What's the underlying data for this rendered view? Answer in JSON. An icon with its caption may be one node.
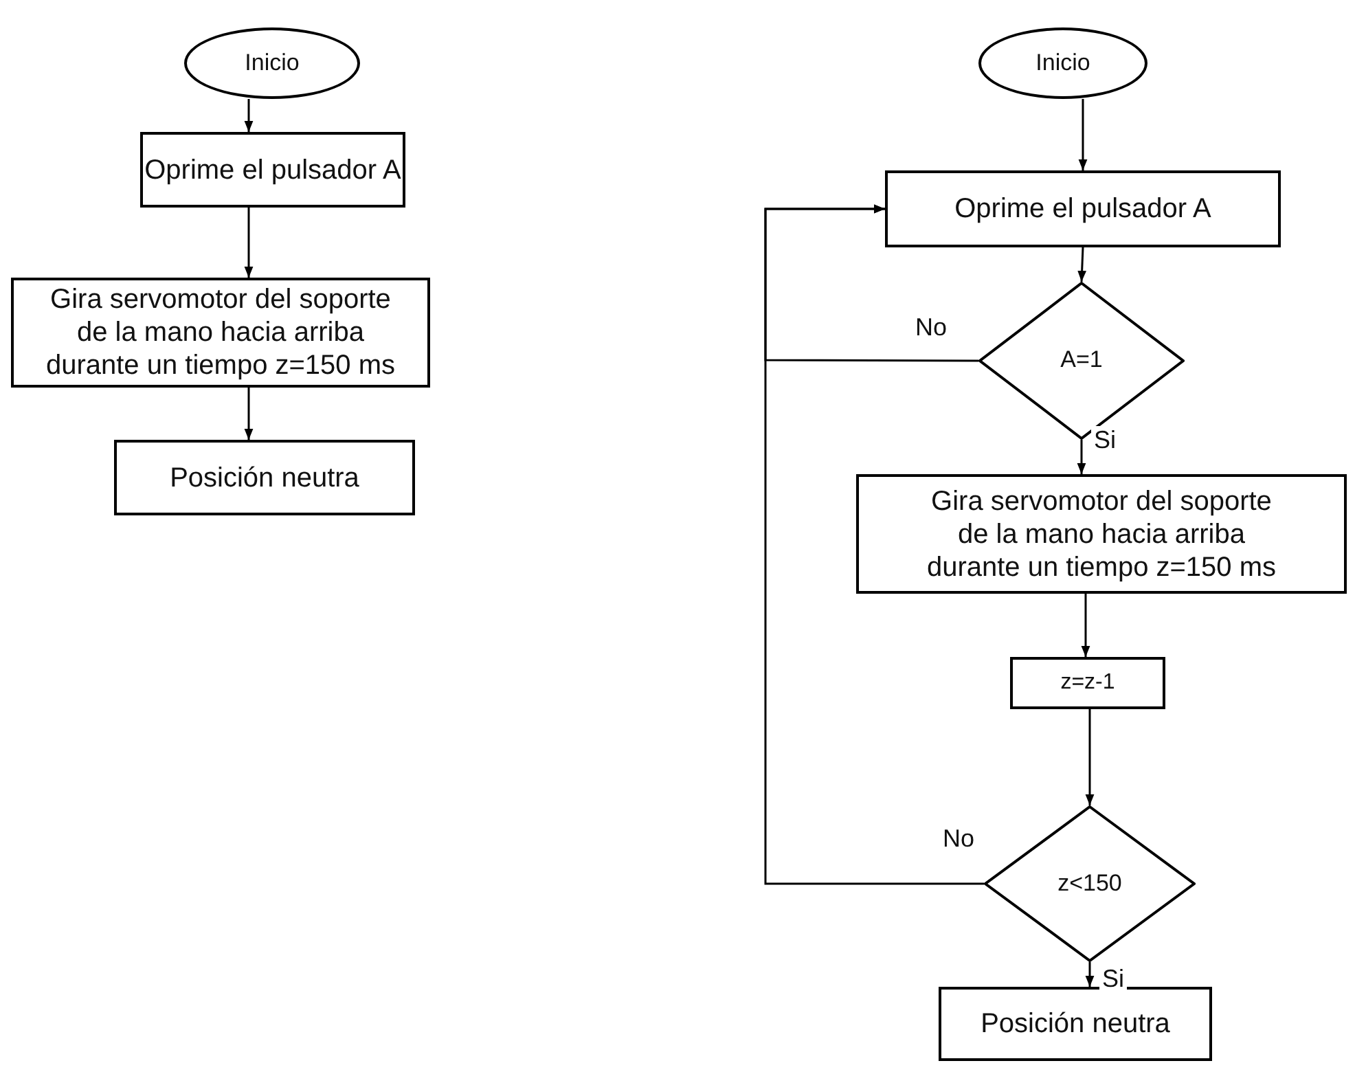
{
  "diagram": {
    "nodes": [
      {
        "text": [
          "Inicio"
        ]
      },
      {
        "text": [
          "Oprime el pulsador A"
        ]
      },
      {
        "text": [
          "Gira servomotor del soporte de la mano hacia arriba durante un tiempo z=150 ms"
        ]
      },
      {
        "text": [
          "Posición neutra"
        ]
      },
      {
        "text": [
          "Inicio"
        ]
      },
      {
        "text": [
          "Oprime el pulsador A"
        ]
      },
      {
        "text": [
          "A=1"
        ]
      },
      {
        "text": [
          "Gira servomotor del soporte de la mano hacia arriba durante un tiempo z=150 ms"
        ]
      },
      {
        "text": [
          "z=z-1"
        ]
      },
      {
        "text": [
          "z<150"
        ]
      },
      {
        "text": [
          "Posición neutra"
        ]
      }
    ],
    "edges": [
      {
        "from": 0,
        "to": 1,
        "arrow": "to"
      },
      {
        "from": 1,
        "to": 2,
        "arrow": "to"
      },
      {
        "from": 2,
        "to": 3,
        "arrow": "to"
      },
      {
        "from": 4,
        "to": 5,
        "arrow": "to"
      },
      {
        "from": 5,
        "to": 6,
        "arrow": "to"
      },
      {
        "from": 6,
        "to": 7,
        "arrow": "to",
        "label": "Si"
      },
      {
        "from": 6,
        "to": 5,
        "arrow": "to",
        "label": "No"
      },
      {
        "from": 7,
        "to": 8,
        "arrow": "to"
      },
      {
        "from": 8,
        "to": 9,
        "arrow": "to"
      },
      {
        "from": 9,
        "to": 10,
        "arrow": "to",
        "label": "Si"
      },
      {
        "from": 9,
        "to": 5,
        "arrow": "to",
        "label": "No"
      }
    ]
  }
}
